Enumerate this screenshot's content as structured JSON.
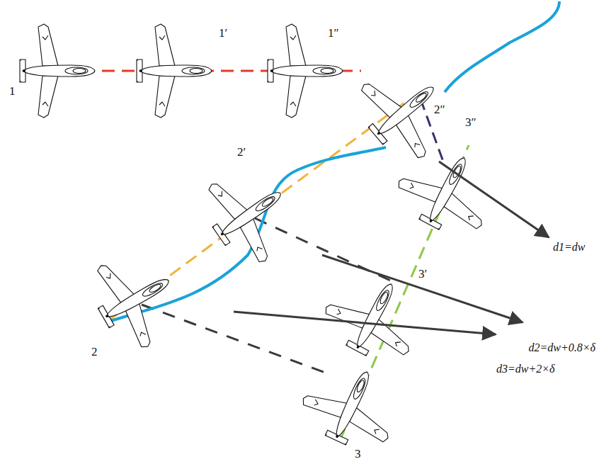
{
  "diagram": {
    "labels": [
      "1",
      "1′",
      "1″",
      "2″",
      "2′",
      "2",
      "3″",
      "3′",
      "3",
      "d1=dw",
      "d2=dw+0.8×δ",
      "d3=dw+2×δ"
    ]
  }
}
